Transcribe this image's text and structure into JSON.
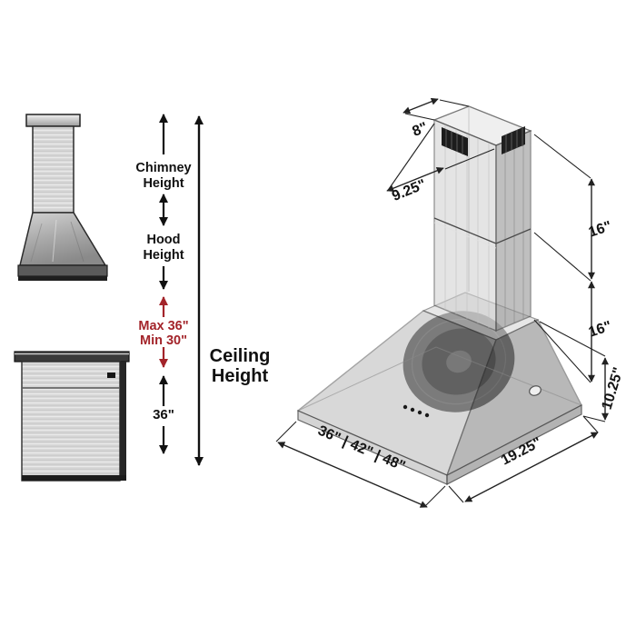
{
  "colors": {
    "text": "#111111",
    "accent_red": "#a3242a",
    "line": "#222222",
    "steel_light": "#d9d9d9",
    "steel_dark": "#6e6e6e"
  },
  "left": {
    "chimney_height_l1": "Chimney",
    "chimney_height_l2": "Height",
    "hood_height_l1": "Hood",
    "hood_height_l2": "Height",
    "max_label": "Max 36\"",
    "min_label": "Min 30\"",
    "ceiling_l1": "Ceiling",
    "ceiling_l2": "Height",
    "countertop_height": "36\""
  },
  "right": {
    "chimney_top_width": "8\"",
    "chimney_top_depth": "9.25\"",
    "upper_chimney_height": "16\"",
    "lower_chimney_height": "16\"",
    "hood_body_height": "10.25\"",
    "width_options": "36\" | 42\" | 48\"",
    "hood_depth": "19.25\""
  }
}
